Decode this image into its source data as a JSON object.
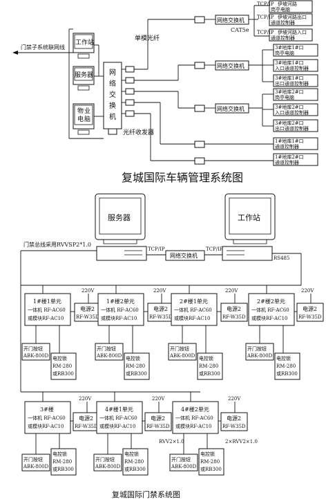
{
  "top": {
    "title": "复城国际车辆管理系统图",
    "left_link": "门禁子系统联网线",
    "workstation": "工作站",
    "server": "服务器",
    "property_pc": [
      "物",
      "业",
      "电",
      "脑"
    ],
    "switch_vertical": [
      "网",
      "络",
      "交",
      "换",
      "机"
    ],
    "network_switch": "网络交换机",
    "single_mode_fiber": "单模光纤",
    "cat5e": "CAT5e",
    "fiber_transceiver": "光纤收发器",
    "terminals": [
      {
        "proto": "TCP/IP",
        "line1": "伊坡河路",
        "line2": "岗亭电脑"
      },
      {
        "proto": "TCP/IP",
        "line1": "伊坡河路出口",
        "line2": "通道控制器"
      },
      {
        "proto": "TCP/IP",
        "line1": "伊坡河路入口",
        "line2": "通道控制器"
      },
      {
        "proto": "",
        "line1": "3#地库1#口",
        "line2": "岗亭电脑"
      },
      {
        "proto": "",
        "line1": "3#地库1#口",
        "line2": "入口通道控制器"
      },
      {
        "proto": "",
        "line1": "3#地库1#口",
        "line2": "出口通道控制器"
      },
      {
        "proto": "",
        "line1": "3#地库2#口",
        "line2": "岗亭电脑"
      },
      {
        "proto": "",
        "line1": "3#地库2#口",
        "line2": "入口通道控制器"
      },
      {
        "proto": "",
        "line1": "3#地库2#口",
        "line2": "出口通道控制器"
      },
      {
        "proto": "",
        "line1": "1#地库1#口",
        "line2": "通道控制器"
      },
      {
        "proto": "",
        "line1": "1#地库2#口",
        "line2": "通道控制器"
      }
    ]
  },
  "bottom": {
    "title": "复城国际门禁系统图",
    "server": "服务器",
    "workstation": "工作站",
    "network_switch": "网络交换机",
    "tcpip_left": "TCP/IP",
    "tcpip_right": "TCP/IP",
    "rs485": "RS485",
    "bus_note": "门禁总线采用RVVSP2*1.0",
    "v220": "220V",
    "rvv_single": "RVV2×1.0",
    "rvv_double": "2×RVV2×1.0",
    "controllers": [
      {
        "l1": "1#楼1单元",
        "l2": "一体机 RF-AC60",
        "l3": "或模块RF-AC10"
      },
      {
        "l1": "1#楼2单元",
        "l2": "一体机 RF-AC60",
        "l3": "或模块RF-AC10"
      },
      {
        "l1": "2#楼1单元",
        "l2": "一体机 RF-AC60",
        "l3": "或模块RF-AC10"
      },
      {
        "l1": "2#楼2单元",
        "l2": "一体机 RF-AC60",
        "l3": "或模块RF-AC10"
      },
      {
        "l1": "3#楼",
        "l2": "一体机 RF-AC60",
        "l3": "或模块RF-AC10"
      },
      {
        "l1": "4#楼1单元",
        "l2": "一体机 RF-AC60",
        "l3": "或模块RF-AC10"
      },
      {
        "l1": "4#楼2单元",
        "l2": "一体机 RF-AC60",
        "l3": "或模块RF-AC10"
      }
    ],
    "power": {
      "l1": "电源2",
      "l2": "RF-W35D"
    },
    "exit_button": {
      "l1": "开门按钮",
      "l2": "ABK-800D"
    },
    "lock": {
      "l1": "电控锁",
      "l2": "RM-280",
      "l3": "或RB300"
    }
  }
}
